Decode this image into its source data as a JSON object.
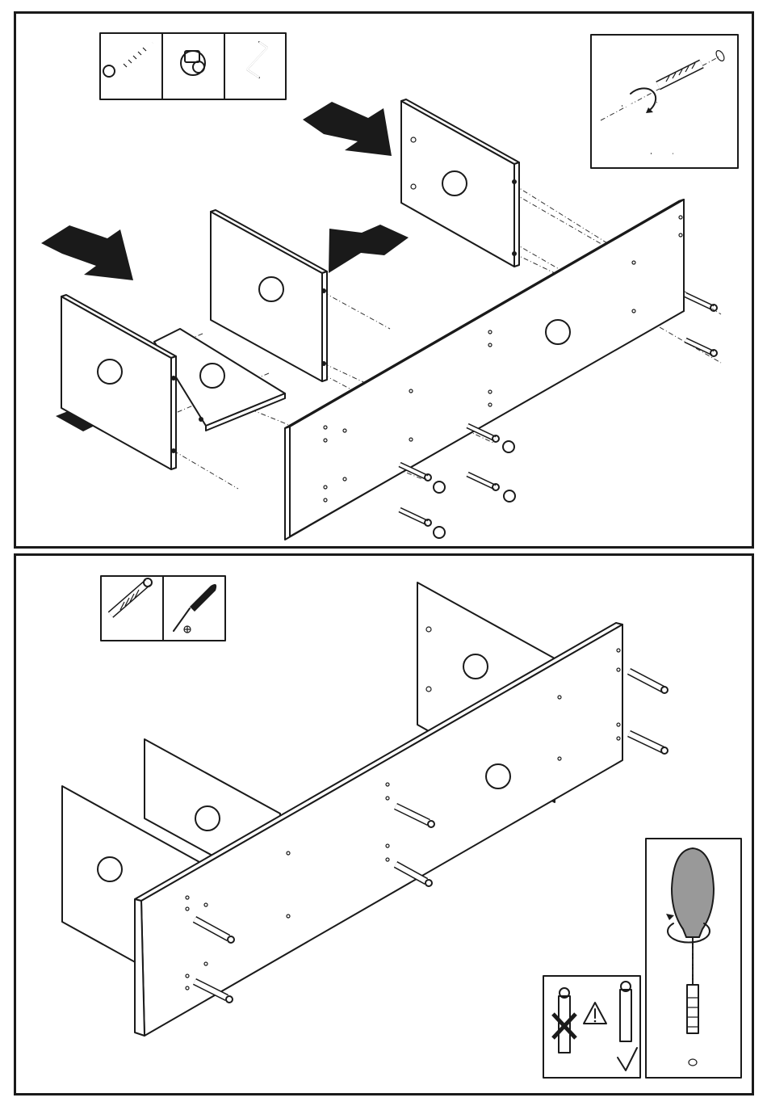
{
  "steps": [
    {
      "id": "step-1",
      "hardware_icons": [
        "cam-bolt-icon",
        "cam-lock-icon",
        "allen-key-icon"
      ],
      "detail_inset": "allen-key-tightening-detail"
    },
    {
      "id": "step-2",
      "hardware_icons": [
        "dowel-sleeve-icon",
        "phillips-screwdriver-icon"
      ],
      "detail_insets": [
        "sleeve-orientation-warning",
        "screwdriver-tightening-detail"
      ]
    }
  ],
  "colors": {
    "ink": "#1a1a1a",
    "handle_grey": "#999999",
    "background": "#ffffff"
  }
}
